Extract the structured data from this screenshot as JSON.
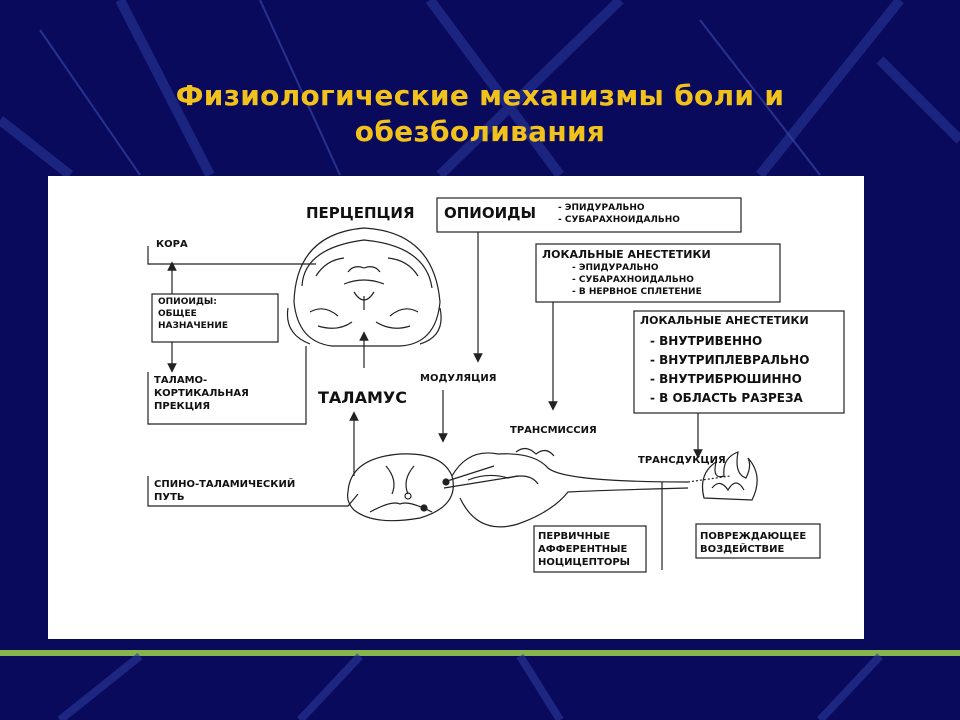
{
  "slide": {
    "title_line1": "Физиологические механизмы боли и",
    "title_line2": "обезболивания",
    "colors": {
      "background": "#0a0a5c",
      "title": "#f2c21c",
      "stripe": "#9fd24a",
      "panel": "#ffffff"
    }
  },
  "diagram": {
    "perception": "ПЕРЦЕПЦИЯ",
    "opioids": {
      "title": "ОПИОИДЫ",
      "items": [
        "- ЭПИДУРАЛЬНО",
        "- СУБАРАХНОИДАЛЬНО"
      ]
    },
    "local_anesthetics_1": {
      "title": "ЛОКАЛЬНЫЕ АНЕСТЕТИКИ",
      "items": [
        "- ЭПИДУРАЛЬНО",
        "- СУБАРАХНОИДАЛЬНО",
        "- В НЕРВНОЕ СПЛЕТЕНИЕ"
      ]
    },
    "local_anesthetics_2": {
      "title": "ЛОКАЛЬНЫЕ АНЕСТЕТИКИ",
      "items": [
        "- ВНУТРИВЕННО",
        "- ВНУТРИПЛЕВРАЛЬНО",
        "- ВНУТРИБРЮШИННО",
        "- В ОБЛАСТЬ РАЗРЕЗА"
      ]
    },
    "cortex": "КОРА",
    "opioids_general": [
      "ОПИОИДЫ:",
      "ОБЩЕЕ",
      "НАЗНАЧЕНИЕ"
    ],
    "thalamocortical": [
      "ТАЛАМО-",
      "КОРТИКАЛЬНАЯ",
      "ПРЕКЦИЯ"
    ],
    "thalamus": "ТАЛАМУС",
    "modulation": "МОДУЛЯЦИЯ",
    "transmission": "ТРАНСМИССИЯ",
    "transduction": "ТРАНСДУКЦИЯ",
    "spinothalamic": [
      "СПИНО-ТАЛАМИЧЕСКИЙ",
      "ПУТЬ"
    ],
    "primary_afferent": [
      "ПЕРВИЧНЫЕ",
      "АФФЕРЕНТНЫЕ",
      "НОЦИЦЕПТОРЫ"
    ],
    "damaging_effect": [
      "ПОВРЕЖДАЮЩЕЕ",
      "ВОЗДЕЙСТВИЕ"
    ]
  }
}
